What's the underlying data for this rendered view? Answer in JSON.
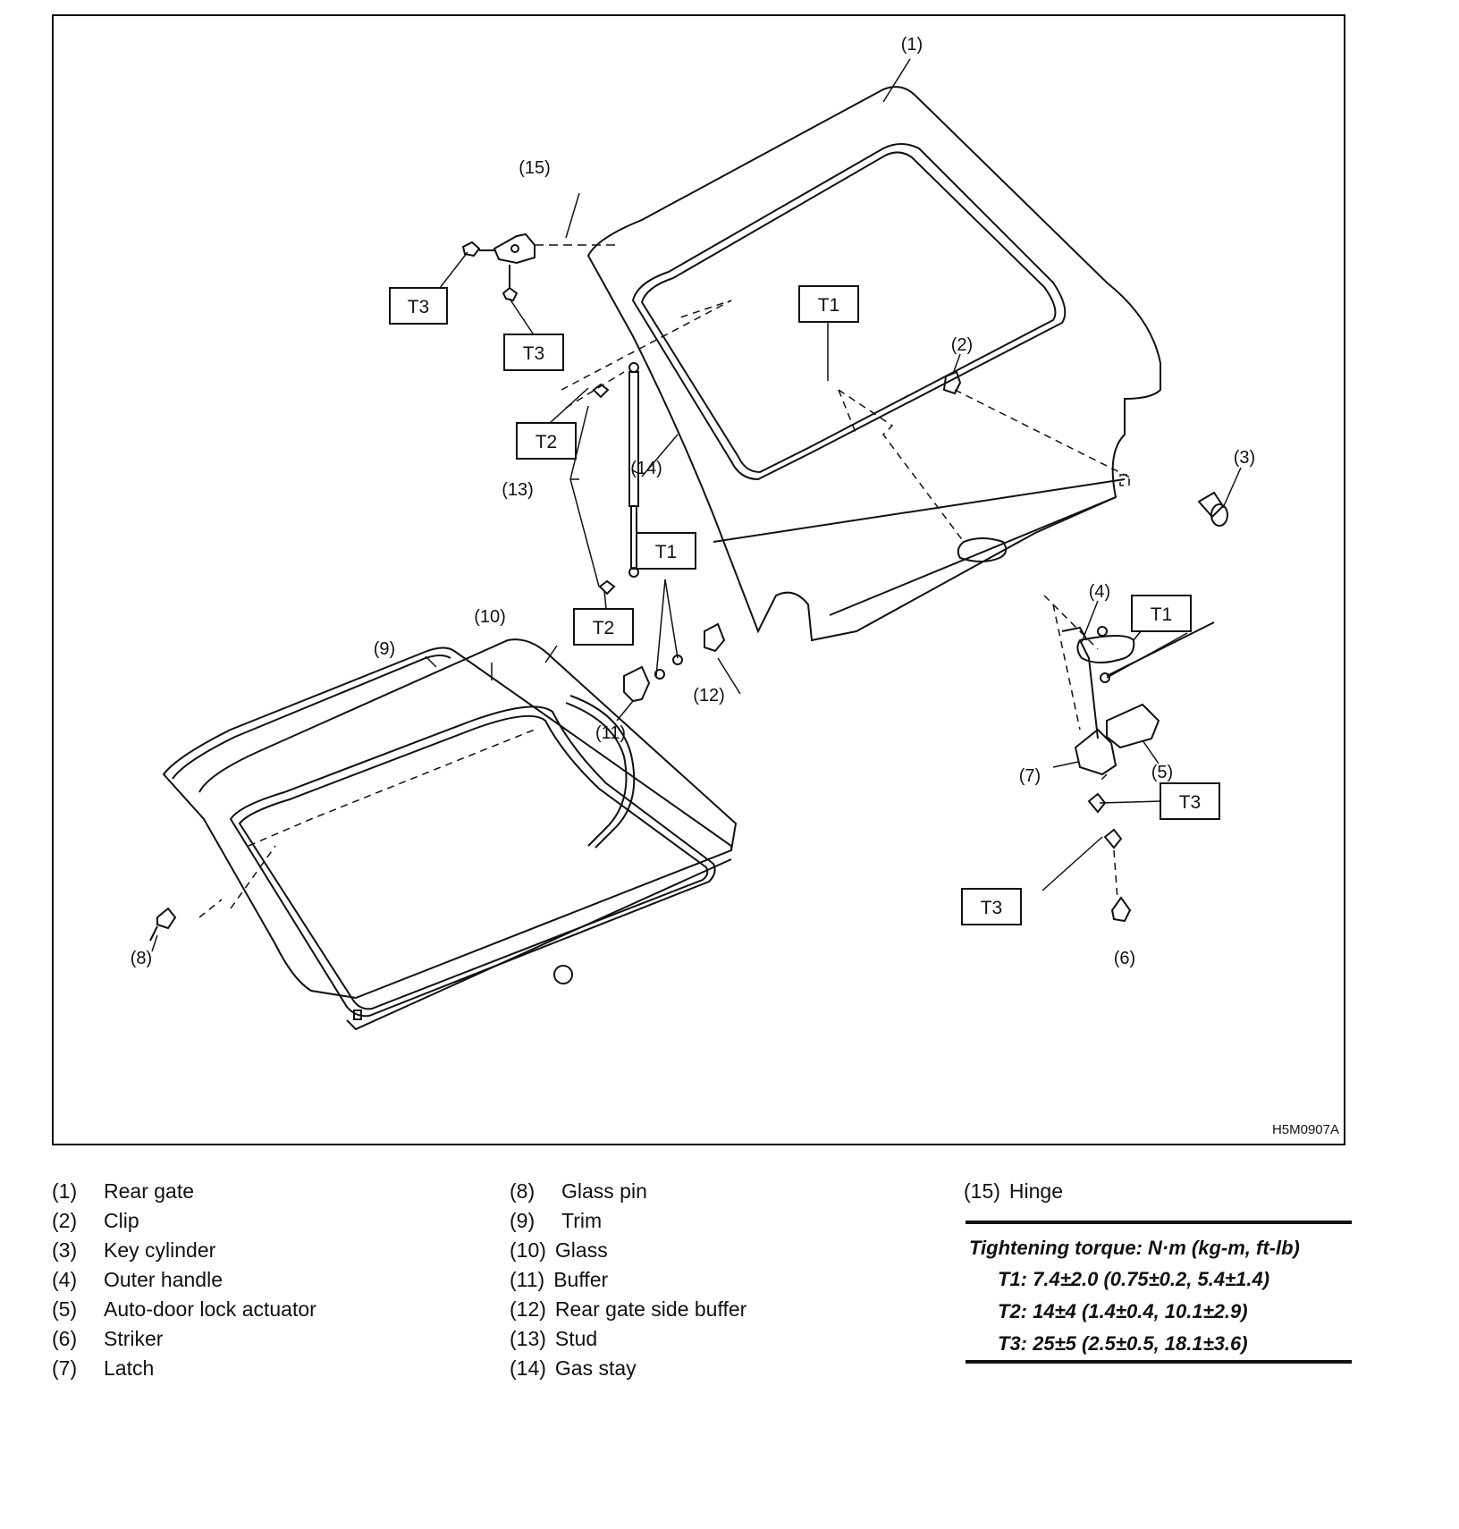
{
  "figure": {
    "code": "H5M0907A",
    "callouts": [
      "(1)",
      "(2)",
      "(3)",
      "(4)",
      "(5)",
      "(6)",
      "(7)",
      "(8)",
      "(9)",
      "(10)",
      "(11)",
      "(12)",
      "(13)",
      "(14)",
      "(15)"
    ],
    "torque_tags": [
      "T1",
      "T2",
      "T3"
    ]
  },
  "legend": {
    "col1": [
      {
        "num": "(1)",
        "label": "Rear gate"
      },
      {
        "num": "(2)",
        "label": "Clip"
      },
      {
        "num": "(3)",
        "label": "Key cylinder"
      },
      {
        "num": "(4)",
        "label": "Outer handle"
      },
      {
        "num": "(5)",
        "label": "Auto-door lock actuator"
      },
      {
        "num": "(6)",
        "label": "Striker"
      },
      {
        "num": "(7)",
        "label": "Latch"
      }
    ],
    "col2": [
      {
        "num": "(8)",
        "label": "Glass pin"
      },
      {
        "num": "(9)",
        "label": "Trim"
      },
      {
        "num": "(10)",
        "label": "Glass"
      },
      {
        "num": "(11)",
        "label": "Buffer"
      },
      {
        "num": "(12)",
        "label": "Rear gate side buffer"
      },
      {
        "num": "(13)",
        "label": "Stud"
      },
      {
        "num": "(14)",
        "label": "Gas stay"
      }
    ],
    "col3": [
      {
        "num": "(15)",
        "label": "Hinge"
      }
    ]
  },
  "torque": {
    "title": "Tightening torque: N·m (kg-m, ft-lb)",
    "rows": [
      "T1: 7.4±2.0 (0.75±0.2, 5.4±1.4)",
      "T2: 14±4 (1.4±0.4, 10.1±2.9)",
      "T3: 25±5 (2.5±0.5, 18.1±3.6)"
    ]
  }
}
